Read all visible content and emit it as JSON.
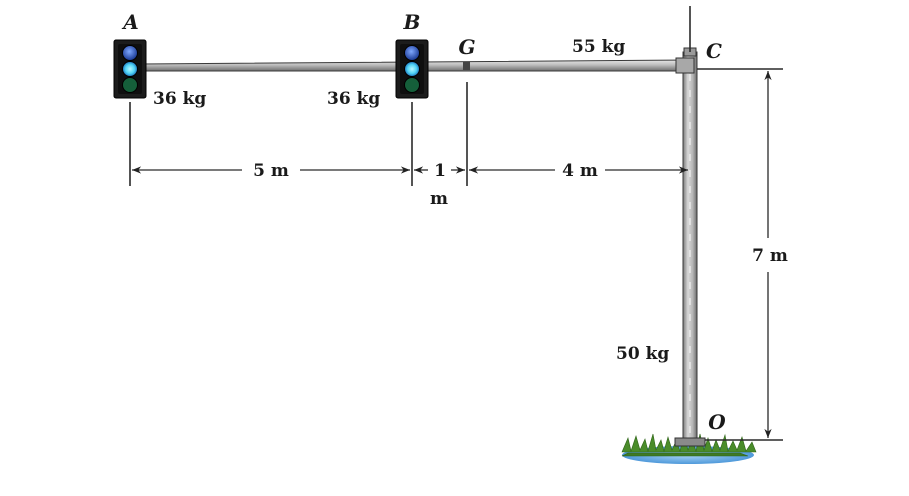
{
  "points": {
    "a": "A",
    "b": "B",
    "g": "G",
    "c": "C",
    "o": "O"
  },
  "masses": {
    "signal_a": "36 kg",
    "signal_b": "36 kg",
    "arm": "55 kg",
    "pole": "50 kg"
  },
  "dimensions": {
    "a_to_b": "5 m",
    "b_to_g_value": "1",
    "b_to_g_unit": "m",
    "g_to_c": "4 m",
    "pole_height": "7 m"
  },
  "colors": {
    "housing": "#1c1c1c",
    "lens": "#2f5fd0",
    "lens_glow": "#63e0ff",
    "pole": "#a9a9a9",
    "grass": "#4a8c2a",
    "water": "#3c8ed6"
  },
  "icons": [
    "traffic-signal-icon",
    "traffic-signal-icon",
    "grass-tuft-icon"
  ]
}
